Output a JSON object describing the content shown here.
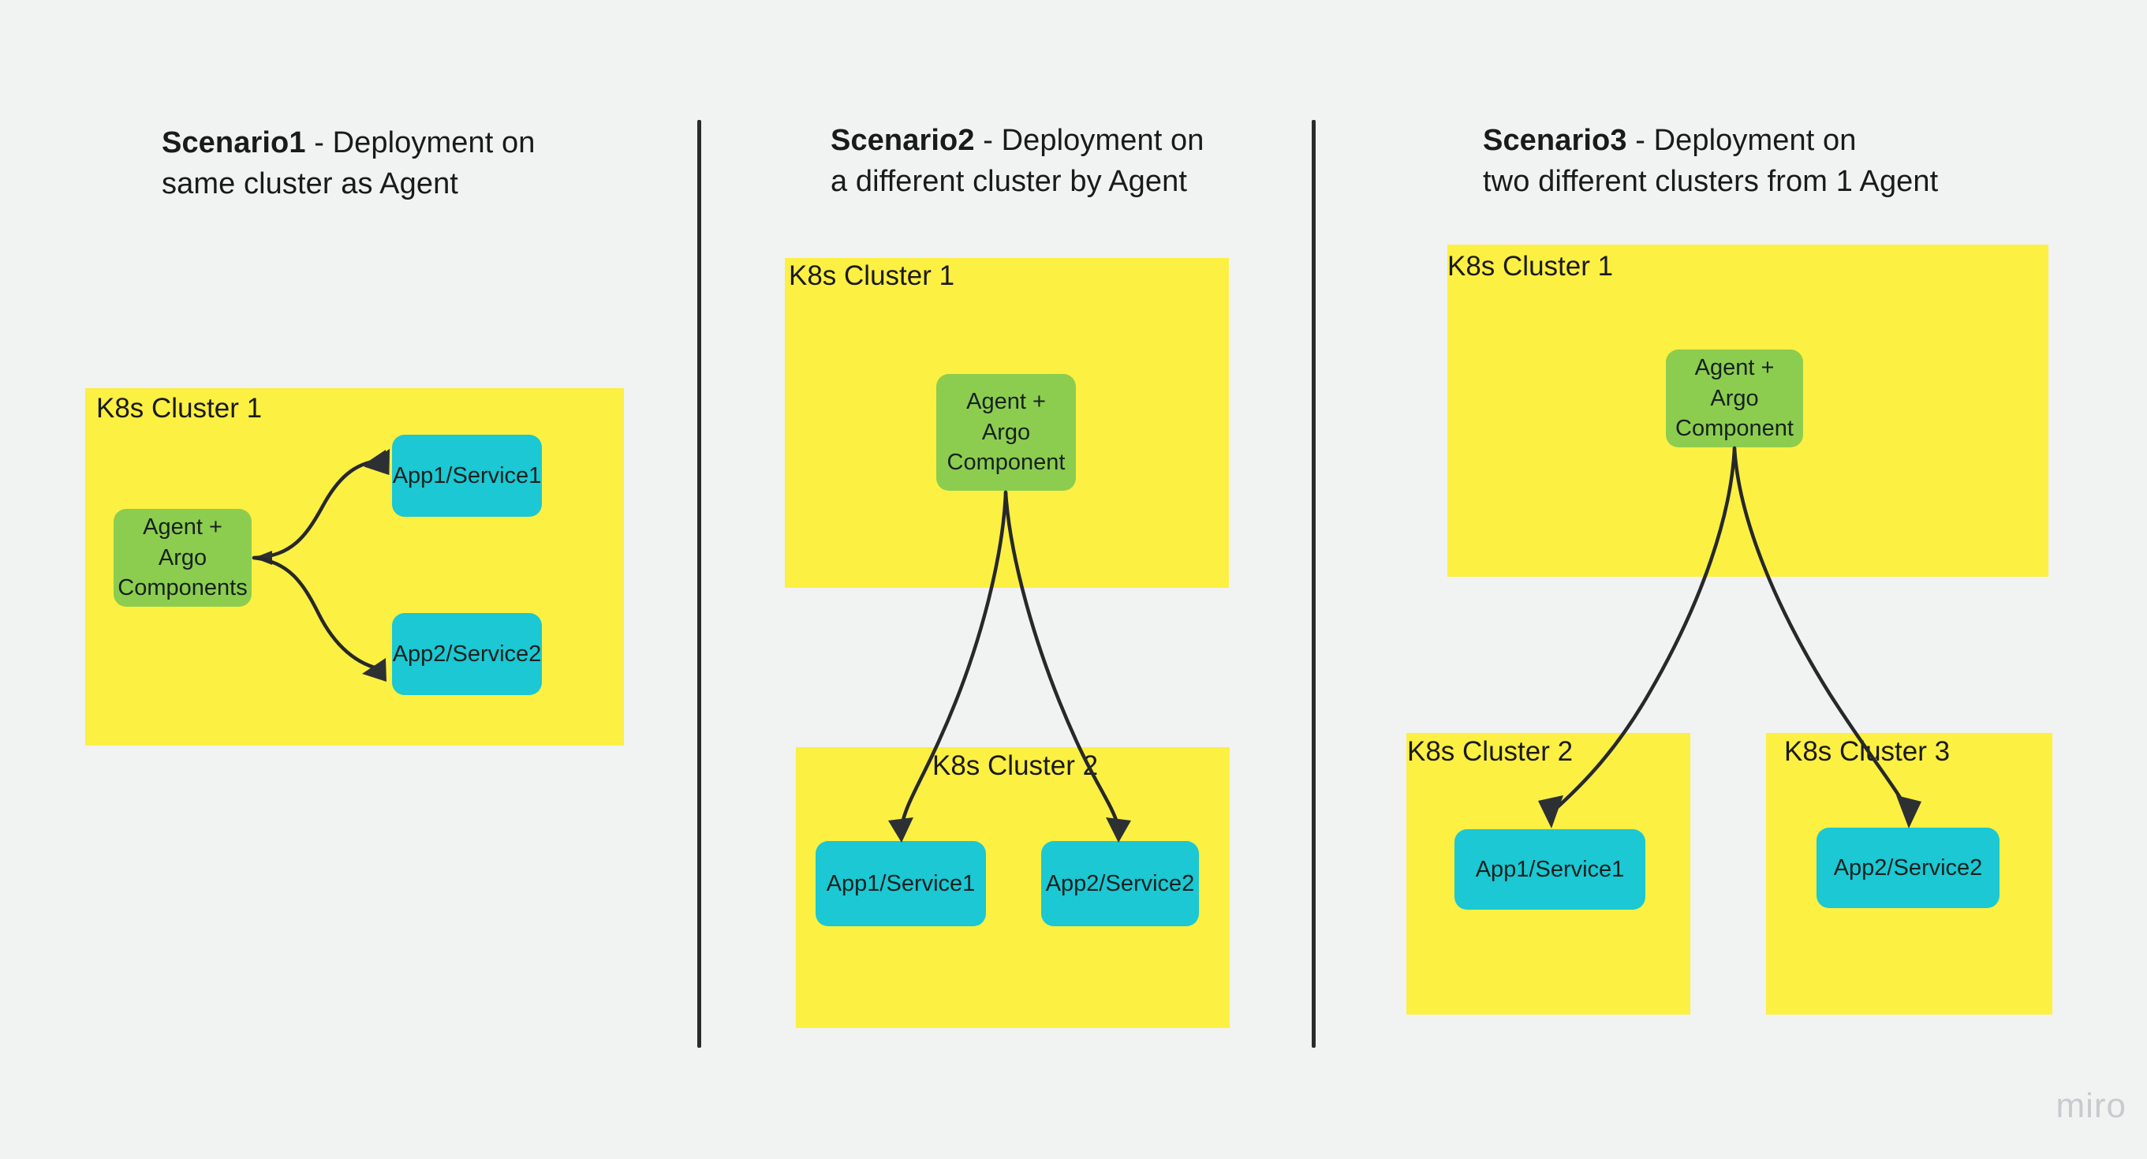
{
  "board": {
    "background_color": "#f1f2f2",
    "watermark": "miro"
  },
  "colors": {
    "cluster_yellow": "#fcf043",
    "agent_green": "#8ccd4f",
    "app_cyan": "#1bc8d3",
    "arrow": "#2d3033",
    "text": "#1a1a1a",
    "divider": "#2b2b2b",
    "watermark": "#c9cace"
  },
  "scenarios": [
    {
      "id": "scenario1",
      "title_bold": "Scenario1",
      "title_rest": " - Deployment on\nsame cluster as Agent",
      "clusters": [
        {
          "name": "cluster1",
          "label": "K8s Cluster 1"
        }
      ],
      "nodes": [
        {
          "name": "agent",
          "label": "Agent + Argo\nComponents",
          "color": "#8ccd4f"
        },
        {
          "name": "app1",
          "label": "App1/Service1",
          "color": "#1bc8d3"
        },
        {
          "name": "app2",
          "label": "App2/Service2",
          "color": "#1bc8d3"
        }
      ],
      "edges": [
        {
          "from": "agent",
          "to": "app1"
        },
        {
          "from": "agent",
          "to": "app2"
        }
      ]
    },
    {
      "id": "scenario2",
      "title_bold": "Scenario2",
      "title_rest": " - Deployment on\na different cluster by Agent",
      "clusters": [
        {
          "name": "cluster1",
          "label": "K8s Cluster 1"
        },
        {
          "name": "cluster2",
          "label": "K8s Cluster 2"
        }
      ],
      "nodes": [
        {
          "name": "agent",
          "label": "Agent +\nArgo\nComponent",
          "color": "#8ccd4f"
        },
        {
          "name": "app1",
          "label": "App1/Service1",
          "color": "#1bc8d3"
        },
        {
          "name": "app2",
          "label": "App2/Service2",
          "color": "#1bc8d3"
        }
      ],
      "edges": [
        {
          "from": "agent",
          "to": "app1"
        },
        {
          "from": "agent",
          "to": "app2"
        }
      ]
    },
    {
      "id": "scenario3",
      "title_bold": "Scenario3",
      "title_rest": " - Deployment on\ntwo different clusters from 1 Agent",
      "clusters": [
        {
          "name": "cluster1",
          "label": "K8s Cluster 1"
        },
        {
          "name": "cluster2",
          "label": "K8s Cluster 2"
        },
        {
          "name": "cluster3",
          "label": "K8s Cluster 3"
        }
      ],
      "nodes": [
        {
          "name": "agent",
          "label": "Agent +\nArgo\nComponent",
          "color": "#8ccd4f"
        },
        {
          "name": "app1",
          "label": "App1/Service1",
          "color": "#1bc8d3"
        },
        {
          "name": "app2",
          "label": "App2/Service2",
          "color": "#1bc8d3"
        }
      ],
      "edges": [
        {
          "from": "agent",
          "to": "app1"
        },
        {
          "from": "agent",
          "to": "app2"
        }
      ]
    }
  ]
}
